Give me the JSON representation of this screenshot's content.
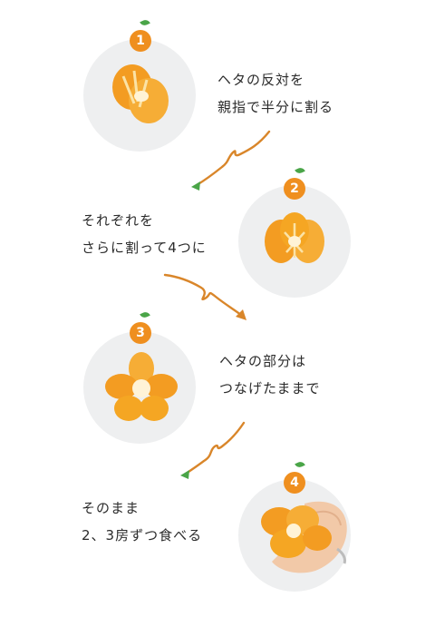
{
  "steps": [
    {
      "number": "1",
      "lines": [
        "ヘタの反対を",
        "親指で半分に割る"
      ]
    },
    {
      "number": "2",
      "lines": [
        "それぞれを",
        "さらに割って4つに"
      ]
    },
    {
      "number": "3",
      "lines": [
        "ヘタの部分は",
        "つなげたままで"
      ]
    },
    {
      "number": "4",
      "lines": [
        "そのまま",
        "2、3房ずつ食べる"
      ]
    }
  ],
  "colors": {
    "badge": "#ef8f1f",
    "arrow": "#d9862a",
    "leaf": "#4aa548",
    "circle": "#eeeff0",
    "fruit": "#f5a623"
  },
  "icons": [
    "mandarin-leaf-icon",
    "curly-arrow-icon"
  ]
}
